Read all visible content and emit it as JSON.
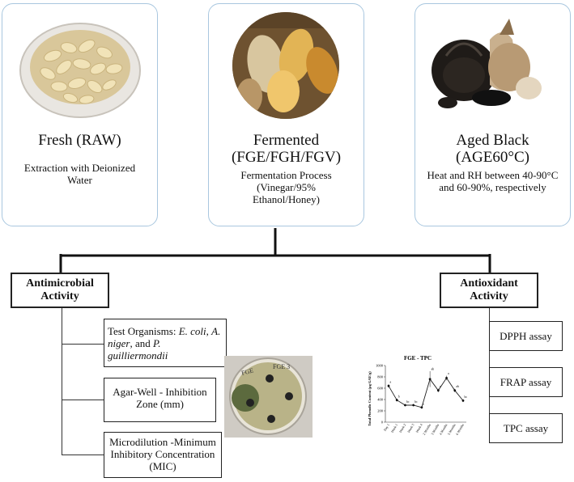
{
  "cards": [
    {
      "title": "Fresh (RAW)",
      "description": "Extraction with Deionized Water"
    },
    {
      "title": "Fermented (FGE/FGH/FGV)",
      "description": "Fermentation Process (Vinegar/95% Ethanol/Honey)"
    },
    {
      "title": "Aged Black (AGE60°C)",
      "description": "Heat and RH between 40-90°C and 60-90%, respectively"
    }
  ],
  "antimicrobial": {
    "title": "Antimicrobial Activity",
    "items": [
      {
        "prefix": "Test Organisms: ",
        "org1": "E. coli",
        "sep1": ", ",
        "org2": "A. niger",
        "sep2": ", and ",
        "org3": "P. guilliermondii"
      },
      {
        "text": "Agar-Well - Inhibition Zone (mm)"
      },
      {
        "text": "Microdilution -Minimum Inhibitory Concentration (MIC)"
      }
    ],
    "plate_labels": [
      "FGE",
      "FGE 3"
    ]
  },
  "antioxidant": {
    "title": "Antioxidant Activity",
    "items": [
      "DPPH assay",
      "FRAP assay",
      "TPC assay"
    ]
  },
  "chart_data": {
    "type": "line",
    "title": "FGE - TPC",
    "ylabel": "Total Phenolic Content (µg GAE/g)",
    "xlabel": "",
    "ylim": [
      0,
      1000
    ],
    "yticks": [
      0,
      200,
      400,
      600,
      800,
      1000
    ],
    "categories": [
      "Day 1",
      "Week 1",
      "Week 2",
      "Week 3",
      "Week 4",
      "2 Months",
      "3 Months",
      "4 Months",
      "5 Months",
      "6 Months"
    ],
    "values": [
      640,
      390,
      300,
      300,
      260,
      760,
      560,
      780,
      560,
      380
    ],
    "errors": [
      30,
      25,
      20,
      20,
      20,
      140,
      30,
      40,
      30,
      25
    ],
    "point_labels": [
      "a",
      "b",
      "bc",
      "bc",
      "c",
      "ab",
      "a",
      "a",
      "ab",
      "bc"
    ]
  }
}
